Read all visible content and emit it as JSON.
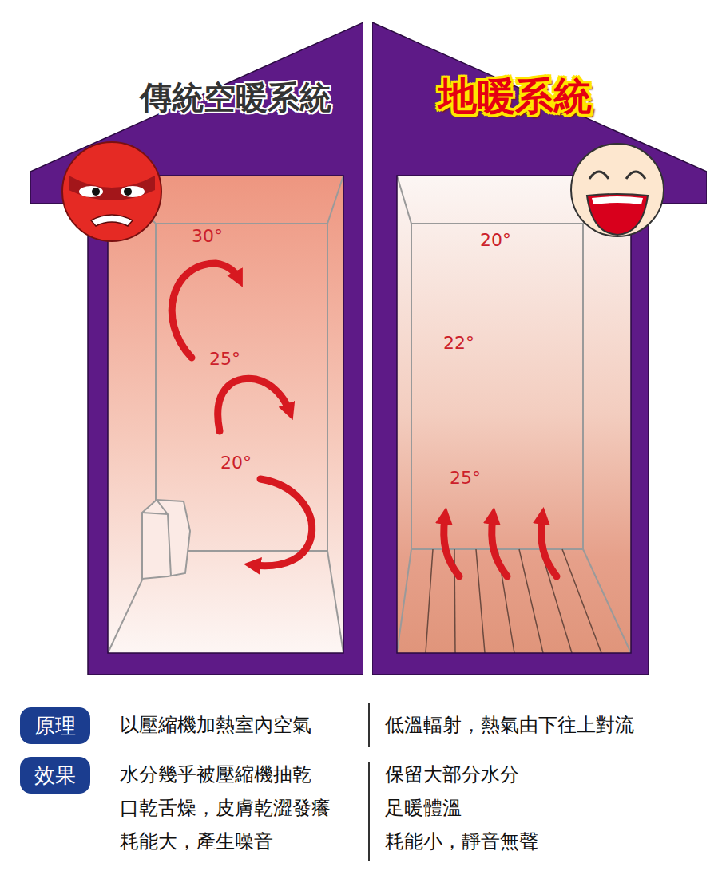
{
  "diagram": {
    "nodes": [
      {
        "text": [
          "傳統空暖系統"
        ]
      },
      {
        "text": [
          "地暖系統"
        ]
      },
      {
        "text": [
          "原理"
        ]
      },
      {
        "text": [
          "效果"
        ]
      }
    ],
    "labels": [
      "30°",
      "25°",
      "20°",
      "20°",
      "22°",
      "25°",
      "以壓縮機加熱室內空氣",
      "低溫輻射，熱氣由下往上對流",
      "水分幾乎被壓縮機抽乾",
      "口乾舌燥，皮膚乾澀發癢",
      "耗能大，產生噪音",
      "保留大部分水分",
      "足暖體溫",
      "耗能小，靜音無聲"
    ]
  }
}
